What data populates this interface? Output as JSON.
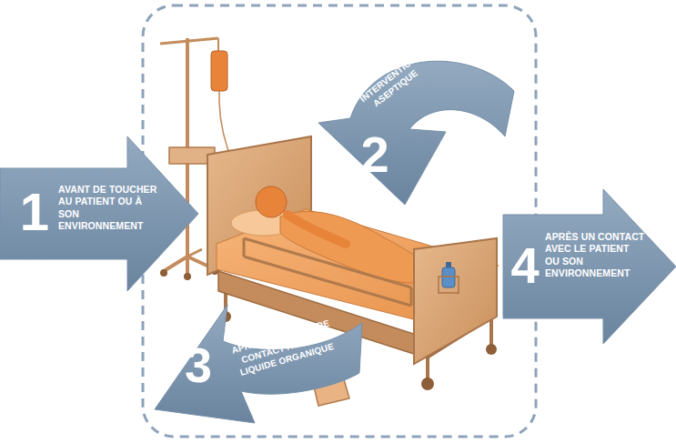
{
  "diagram": {
    "nodes": [
      {
        "text": [
          "1",
          "AVANT DE TOUCHER AU PATIENT OU À SON ENVIRONNEMENT"
        ]
      },
      {
        "text": [
          "2",
          "AVANT UNE INTERVENTION ASEPTIQUE"
        ]
      },
      {
        "text": [
          "3",
          "APRÈS UN RISQUE DE CONTACT AVEC DU LIQUIDE ORGANIQUE"
        ]
      },
      {
        "text": [
          "4",
          "APRÈS UN CONTACT AVEC LE PATIENT OU SON ENVIRONNEMENT"
        ]
      }
    ]
  }
}
